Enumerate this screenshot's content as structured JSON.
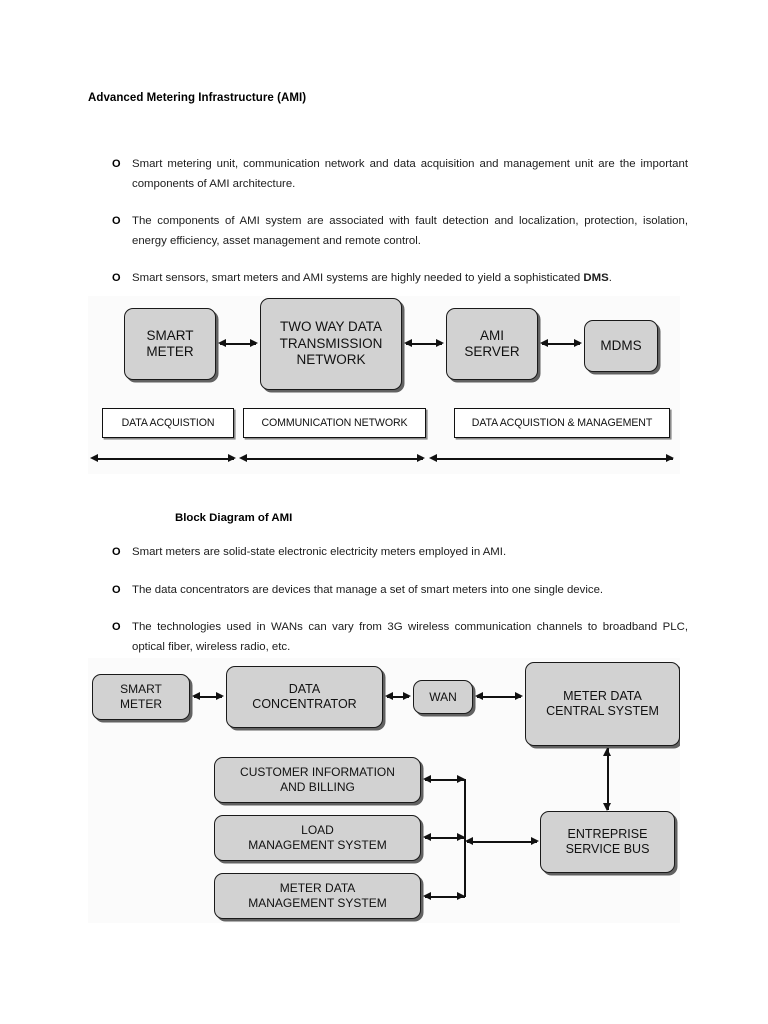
{
  "document": {
    "title": "Advanced Metering Infrastructure (AMI)"
  },
  "bullets_top": [
    {
      "marker": "O",
      "text": "Smart metering unit, communication network and data acquisition and management unit are the important  components  of  AMI  architecture."
    },
    {
      "marker": "O",
      "text": "The components of AMI system are associated with fault detection and localization, protection, isolation, energy efficiency, asset management and remote control."
    },
    {
      "marker": "O",
      "text_before": "Smart sensors, smart meters and AMI systems are highly needed to yield a sophisticated ",
      "text_bold": "DMS",
      "text_after": "."
    }
  ],
  "diagram1": {
    "caption": "Block Diagram of AMI",
    "nodes": [
      {
        "id": "smart-meter",
        "label": "SMART\nMETER"
      },
      {
        "id": "two-way-network",
        "label": "TWO WAY DATA\nTRANSMISSION\nNETWORK"
      },
      {
        "id": "ami-server",
        "label": "AMI\nSERVER"
      },
      {
        "id": "mdms",
        "label": "MDMS"
      }
    ],
    "labels": [
      {
        "id": "data-acquistion",
        "text": "DATA ACQUISTION"
      },
      {
        "id": "communication-network",
        "text": "COMMUNICATION NETWORK"
      },
      {
        "id": "data-acquistion-management",
        "text": "DATA ACQUISTION & MANAGEMENT"
      }
    ]
  },
  "bullets_bottom": [
    {
      "marker": "O",
      "text": "Smart meters are solid-state electronic electricity meters employed in AMI."
    },
    {
      "marker": "O",
      "text": "The data concentrators are devices that manage a set of smart meters into one single device."
    },
    {
      "marker": "O",
      "text": "The technologies used in WANs can vary from 3G wireless communication channels to broadband  PLC,  optical  fiber,  wireless  radio,  etc."
    }
  ],
  "diagram2": {
    "nodes": [
      {
        "id": "smart-meter",
        "label": "SMART\nMETER"
      },
      {
        "id": "data-concentrator",
        "label": "DATA\nCONCENTRATOR"
      },
      {
        "id": "wan",
        "label": "WAN"
      },
      {
        "id": "meter-data-central-system",
        "label": "METER DATA\nCENTRAL SYSTEM"
      },
      {
        "id": "customer-information-and-billing",
        "label": "CUSTOMER INFORMATION\nAND BILLING"
      },
      {
        "id": "load-management-system",
        "label": "LOAD\nMANAGEMENT SYSTEM"
      },
      {
        "id": "meter-data-management-system",
        "label": "METER DATA\nMANAGEMENT SYSTEM"
      },
      {
        "id": "entreprise-service-bus",
        "label": "ENTREPRISE\nSERVICE BUS"
      }
    ]
  },
  "colors": {
    "node_fill": "#d2d2d2",
    "node_stroke": "#1a1a1a",
    "label_fill": "#ffffff",
    "page_background": "#ffffff",
    "diagram_background": "#fbfbfb"
  }
}
